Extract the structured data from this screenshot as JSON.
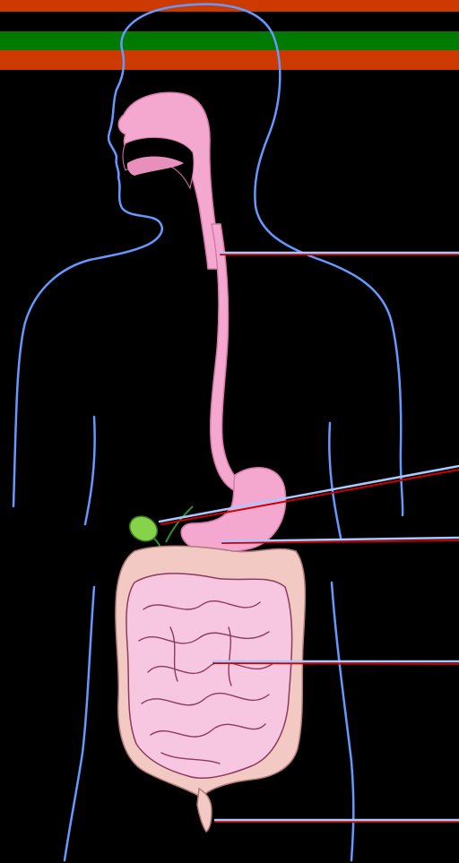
{
  "diagram": {
    "title": "",
    "labels": [],
    "colors": {
      "background": "#000000",
      "band_outer": "#cc3a00",
      "band_middle": "#007a00",
      "body_outline": "#6699ff",
      "tract_fill": "#f4a8cf",
      "tract_stroke": "#d77aa8",
      "intestine_fill": "#f7c7e1",
      "intestine_stroke": "#8b3c5e",
      "colon_fill": "#f3c9c4",
      "gallbladder": "#86d34a",
      "bile_duct": "#2f8f2f",
      "leader_line": "#a8c8ff",
      "leader_shadow": "#cc0000"
    },
    "leaders": [
      {
        "name": "leader-esophagus"
      },
      {
        "name": "leader-gallbladder"
      },
      {
        "name": "leader-stomach"
      },
      {
        "name": "leader-small-intestine"
      },
      {
        "name": "leader-rectum"
      }
    ]
  }
}
